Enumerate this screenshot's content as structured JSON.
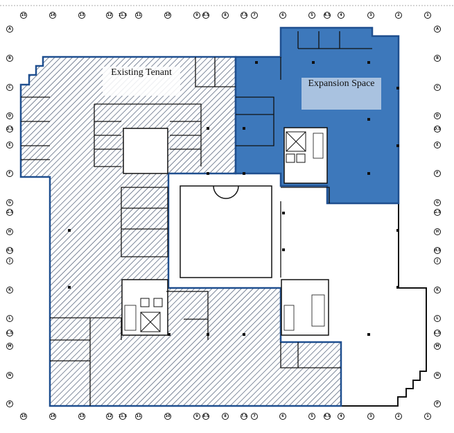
{
  "labels": {
    "existing_tenant": "Existing Tenant",
    "expansion_space": "Expansion Space"
  },
  "grid": {
    "columns": [
      "15",
      "14",
      "13",
      "12",
      "11.5",
      "11",
      "10",
      "9",
      "8.5",
      "8",
      "7.5",
      "7",
      "6",
      "5",
      "4.5",
      "4",
      "3",
      "2",
      "1"
    ],
    "rows": [
      "A",
      "B",
      "C",
      "D",
      "D.5",
      "E",
      "F",
      "G",
      "G.5",
      "H",
      "H.5",
      "J",
      "K",
      "L",
      "L.5",
      "M",
      "N",
      "P"
    ]
  },
  "colors": {
    "expansion": "#3d78bb",
    "outline": "#1f4f8f",
    "walls": "#111111",
    "hatch": "#2a3a55"
  }
}
